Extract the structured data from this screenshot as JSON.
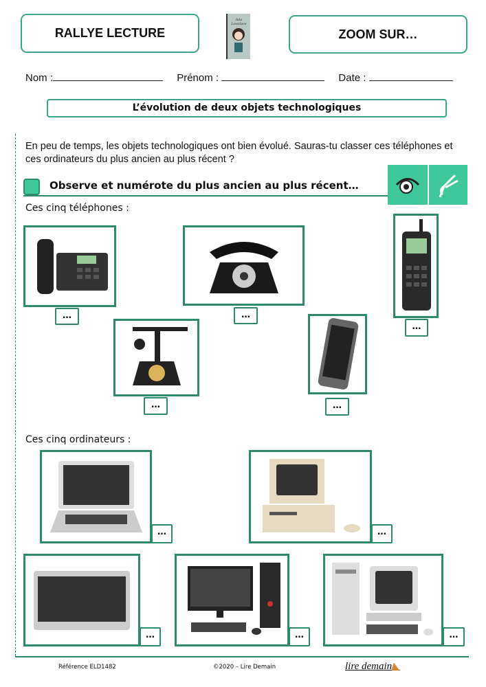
{
  "header": {
    "left_title": "RALLYE LECTURE",
    "right_title": "ZOOM SUR…",
    "book_cover_text": "Ada Lovelace"
  },
  "fields": {
    "nom": "Nom :",
    "prenom": "Prénom :",
    "date": "Date :"
  },
  "title": "L’évolution de deux objets technologiques",
  "intro": "En peu de temps, les objets technologiques ont bien évolué. Sauras-tu classer ces téléphones et ces ordinateurs du plus ancien au plus récent ?",
  "instruction": "Observe et numérote du plus ancien au plus récent…",
  "icons": [
    "eye-icon",
    "counting-hand-icon"
  ],
  "phones_label": "Ces cinq téléphones :",
  "computers_label": "Ces cinq ordinateurs :",
  "answer_placeholder": "…",
  "phones": [
    {
      "name": "desk-phone"
    },
    {
      "name": "rotary-phone"
    },
    {
      "name": "mobile-phone"
    },
    {
      "name": "antique-phone"
    },
    {
      "name": "smartphone"
    }
  ],
  "computers": [
    {
      "name": "laptop"
    },
    {
      "name": "vintage-computer"
    },
    {
      "name": "tablet"
    },
    {
      "name": "desktop-computer"
    },
    {
      "name": "old-desktop-computer"
    }
  ],
  "footer": {
    "reference": "Référence ELD1482",
    "copyright": "©2020 – Lire Demain",
    "logo": "lire demain"
  },
  "colors": {
    "accent": "#2e8b6a",
    "header_border": "#3aa58a",
    "icon_bg": "#3ec79a"
  }
}
